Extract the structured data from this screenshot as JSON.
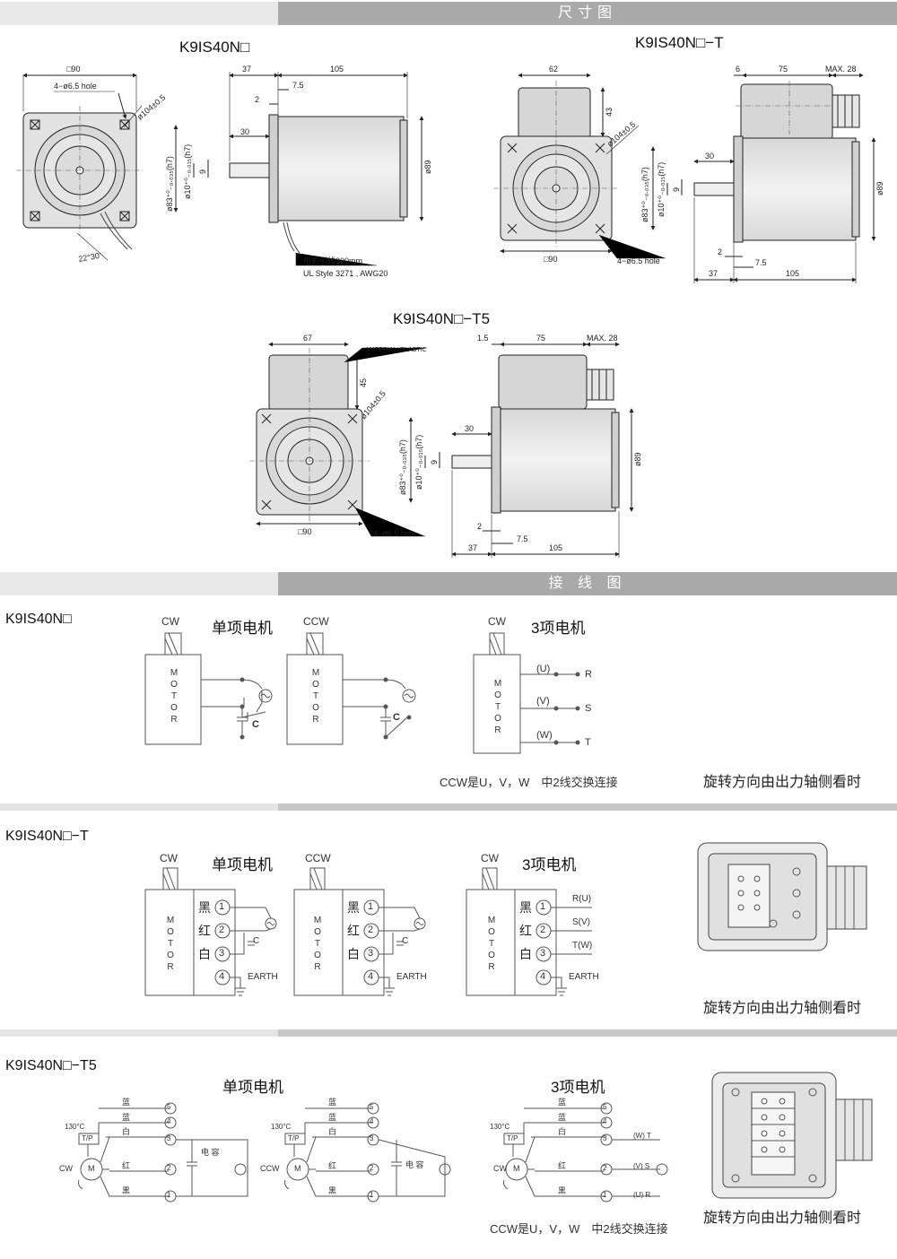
{
  "sections": {
    "dimensions_label": "尺寸图",
    "wiring_label": "接 线 图"
  },
  "models": {
    "base": "K9IS40N□",
    "t": "K9IS40N□−T",
    "t5": "K9IS40N□−T5"
  },
  "dims": {
    "sq90": "□90",
    "hole": "4−ø6.5 hole",
    "pcd": "ø104±0.5",
    "d89": "ø89",
    "d83": "ø83⁺⁰₋₀.₀₃₅(h7)",
    "d10": "ø10⁺⁰₋₀.₀₁₅(h7)",
    "k9": "9",
    "l37": "37",
    "l105": "105",
    "l2": "2",
    "l75": "7.5",
    "l30": "30",
    "angle": "22°30'",
    "lead_cn": "电机引线300mm",
    "lead_en": "UL Style 3271 , AWG20",
    "w62": "62",
    "h43": "43",
    "l6": "6",
    "l75b": "75",
    "max28": "MAX. 28",
    "w67": "67",
    "h45": "45",
    "l15": "1.5",
    "material": "MATERIAL: PLASTIC"
  },
  "wiring": {
    "cw": "CW",
    "ccw": "CCW",
    "single": "单项电机",
    "three": "3项电机",
    "motor": [
      "M",
      "O",
      "T",
      "O",
      "R"
    ],
    "cap": "C",
    "u": "(U)",
    "v": "(V)",
    "w": "(W)",
    "r": "R",
    "s": "S",
    "tt": "T",
    "ccw_note": "CCW是U，V，W　中2线交换连接",
    "rot_note": "旋转方向由出力轴侧看时",
    "black": "黑",
    "red": "红",
    "white": "白",
    "n1": "1",
    "n2": "2",
    "n3": "3",
    "n4": "4",
    "n5": "5",
    "earth": "EARTH",
    "ru": "R(U)",
    "sv": "S(V)",
    "tw": "T(W)",
    "blue": "蓝",
    "tp": "T/P",
    "temp": "130°C",
    "m": "M",
    "capcn": "电 容",
    "wt": "(W) T",
    "vs": "(V) S",
    "ur": "(U) R"
  }
}
